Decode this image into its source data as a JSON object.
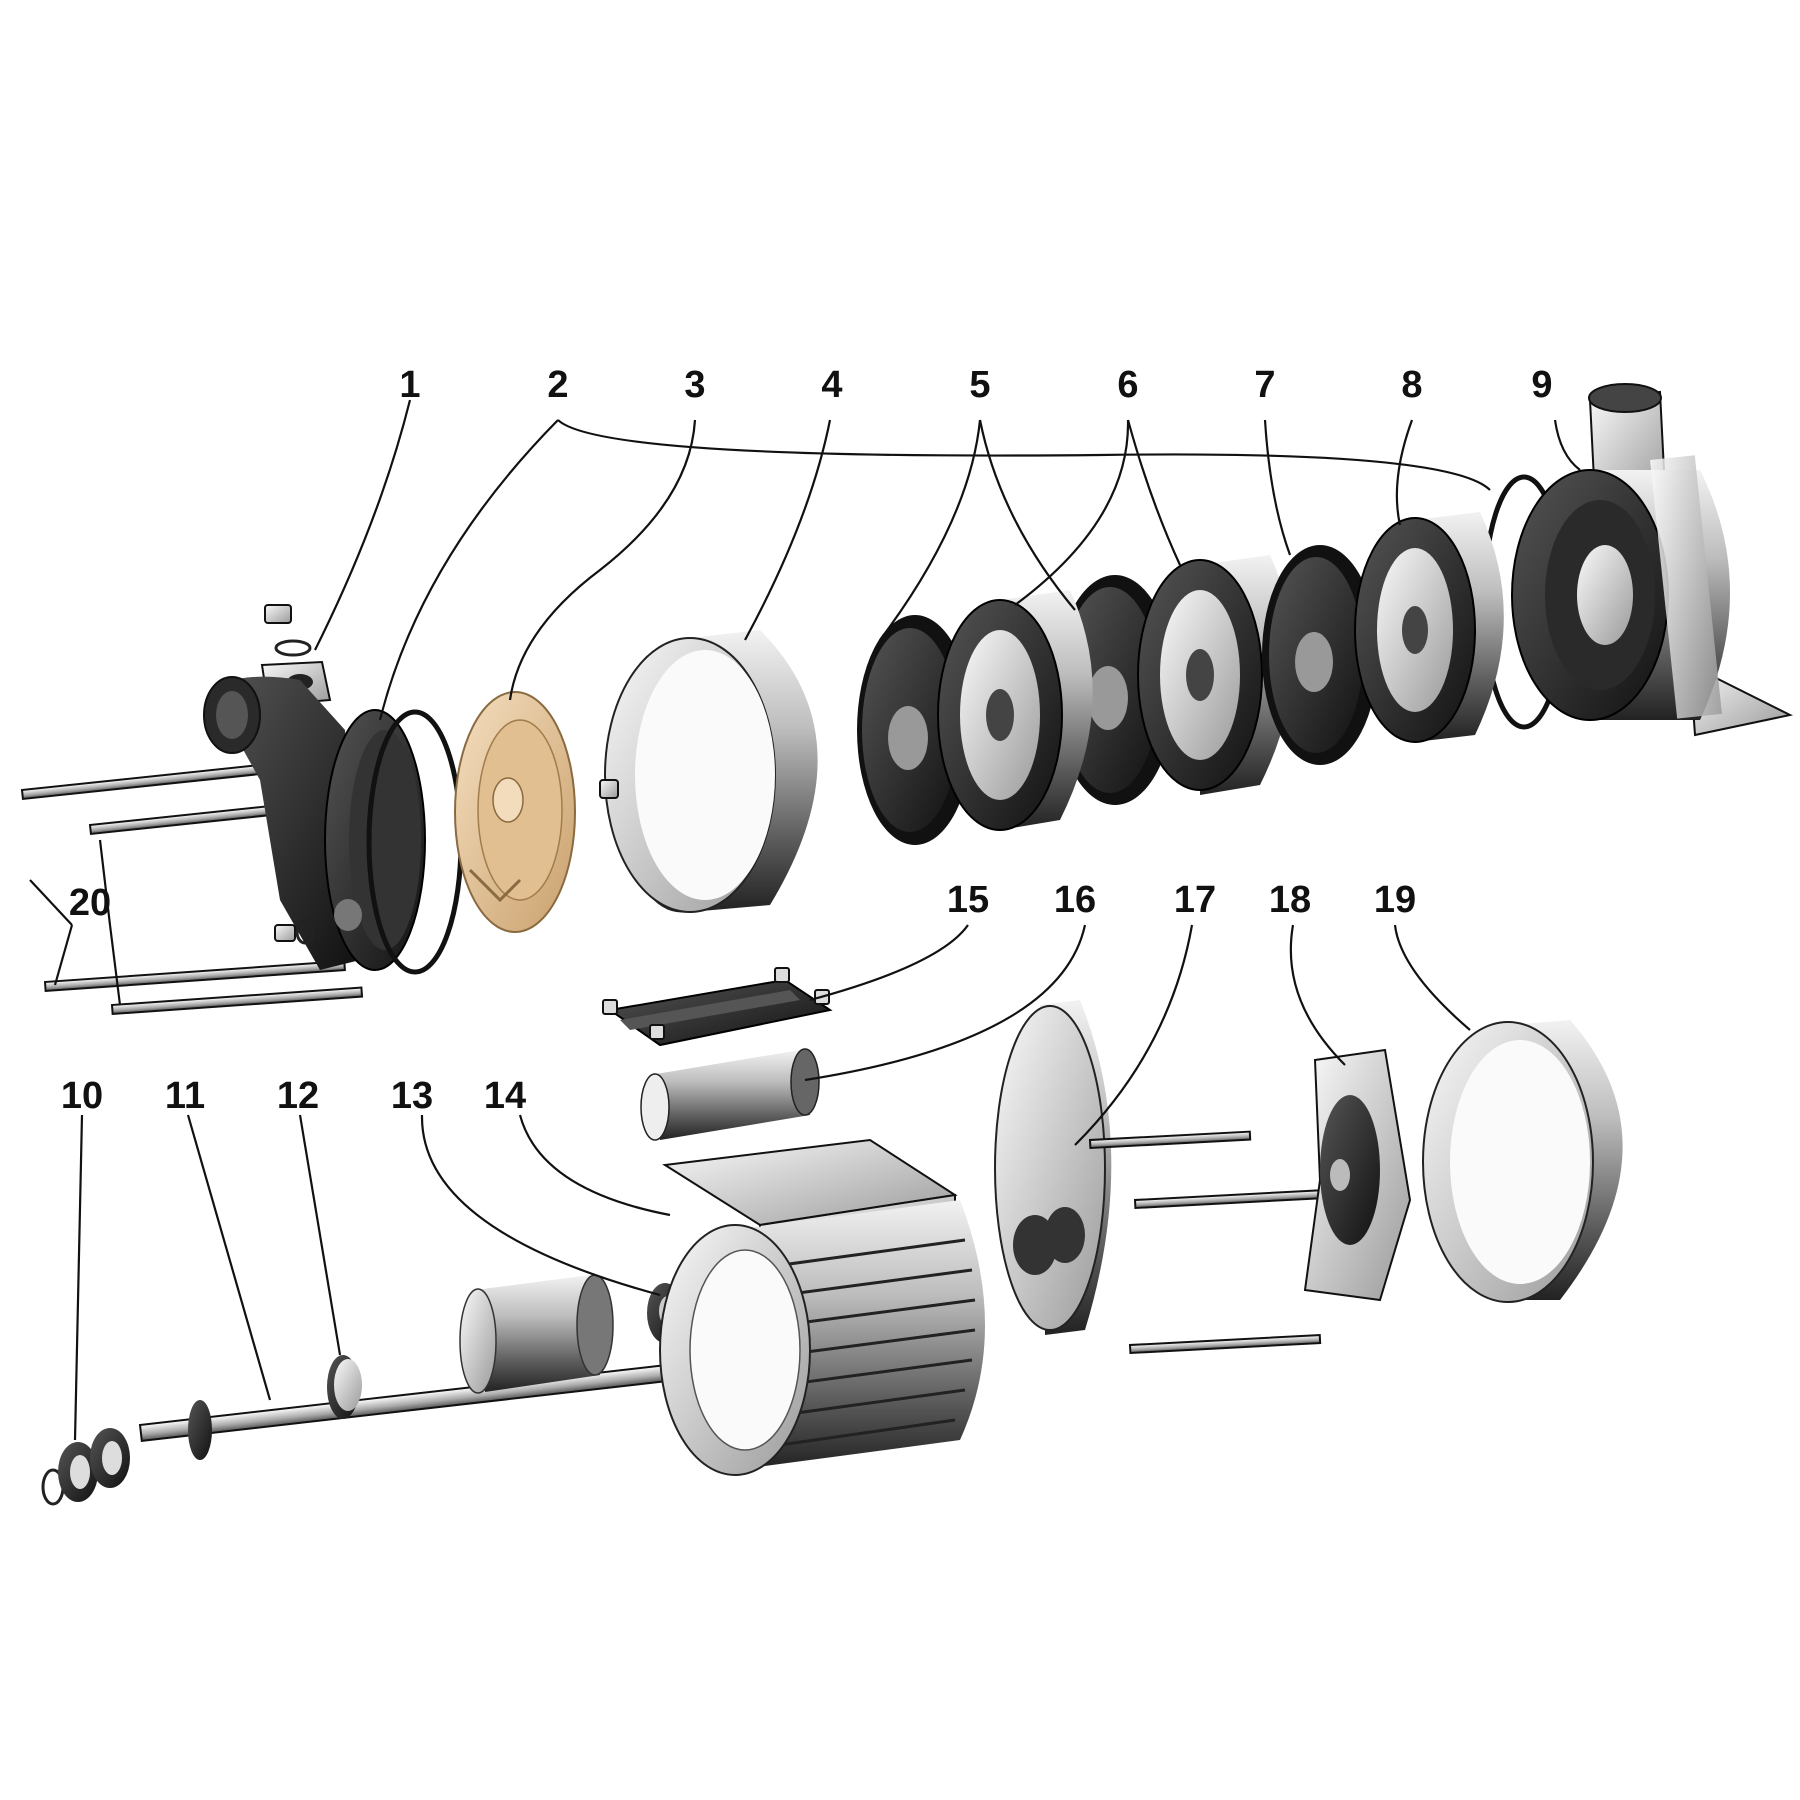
{
  "labels": {
    "l1": "1",
    "l2": "2",
    "l3": "3",
    "l4": "4",
    "l5": "5",
    "l6": "6",
    "l7": "7",
    "l8": "8",
    "l9": "9",
    "l10": "10",
    "l11": "11",
    "l12": "12",
    "l13": "13",
    "l14": "14",
    "l15": "15",
    "l16": "16",
    "l17": "17",
    "l18": "18",
    "l19": "19",
    "l20": "20"
  },
  "colors": {
    "metal_dark": "#1a1a1a",
    "metal_mid": "#8a8a8a",
    "metal_light": "#e6e6e6",
    "diffuser_tan": "#e8c9a0"
  }
}
